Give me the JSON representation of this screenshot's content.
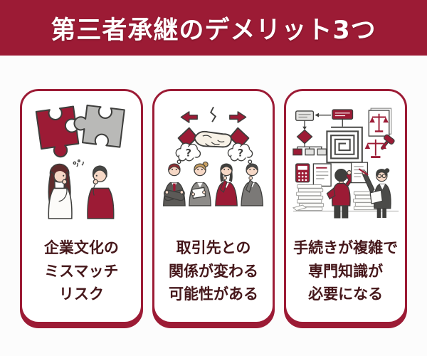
{
  "page": {
    "title": "第三者承継のデメリット3つ"
  },
  "colors": {
    "accent": "#9c1b35",
    "header_bg": "#9c1b35",
    "header_text": "#ffffff",
    "card_bg": "#ffffff",
    "card_border": "#9c1b35",
    "caption_text": "#46181b",
    "page_bg": "#fcfcfc"
  },
  "cards": [
    {
      "id": "culture-mismatch",
      "illustration": "puzzle-mismatch-illustration",
      "caption_lines": [
        "企業文化の",
        "ミスマッチ",
        "リスク"
      ]
    },
    {
      "id": "partner-relations",
      "illustration": "handshake-split-illustration",
      "bubbles": [
        "?",
        "?"
      ],
      "caption_lines": [
        "取引先との",
        "関係が変わる",
        "可能性がある"
      ]
    },
    {
      "id": "complex-procedures",
      "illustration": "paperwork-maze-illustration",
      "caption_lines": [
        "手続きが複雑で",
        "専門知識が",
        "必要になる"
      ]
    }
  ]
}
